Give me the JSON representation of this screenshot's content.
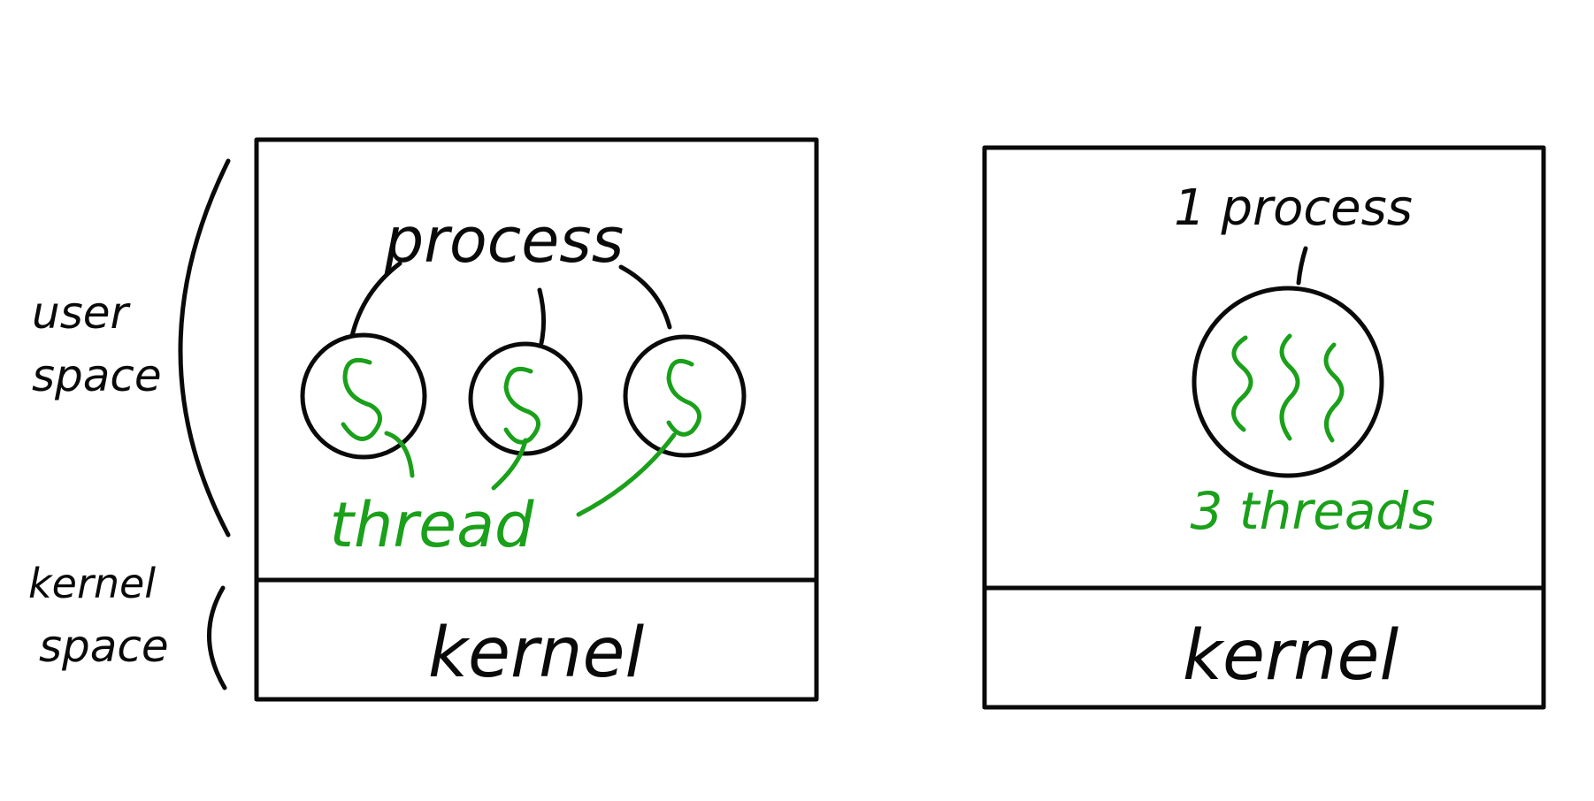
{
  "left_diagram": {
    "user_space_label_line1": "user",
    "user_space_label_line2": "space",
    "kernel_space_label_line1": "kernel",
    "kernel_space_label_line2": "space",
    "process_label": "process",
    "thread_label": "thread",
    "kernel_label": "kernel"
  },
  "right_diagram": {
    "process_label": "1 process",
    "threads_label": "3 threads",
    "kernel_label": "kernel"
  },
  "colors": {
    "ink": "#0a0a0a",
    "thread": "#1aa01a",
    "background": "#ffffff"
  }
}
